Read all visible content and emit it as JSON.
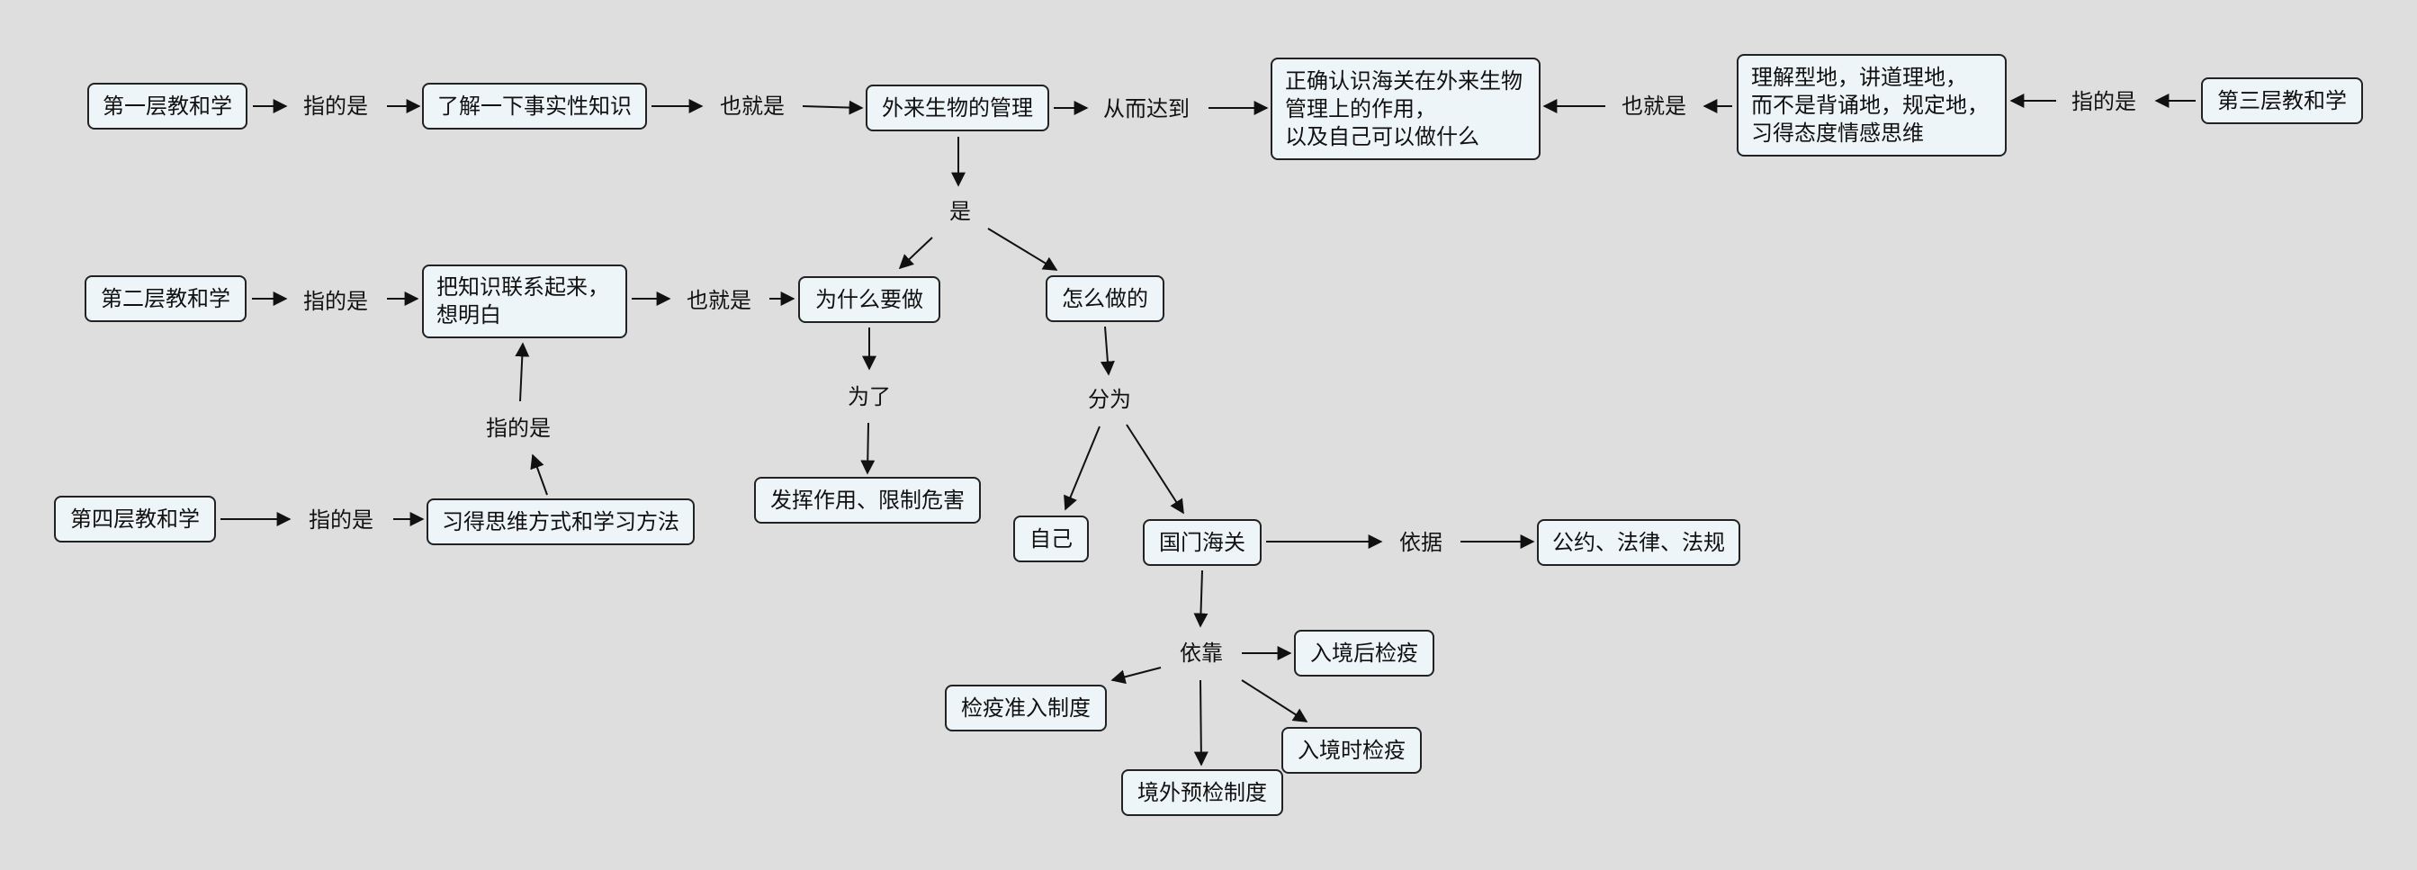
{
  "diagram": {
    "nodes": [
      {
        "id": "n1",
        "text": "第一层教和学"
      },
      {
        "id": "n2",
        "text": "了解一下事实性知识"
      },
      {
        "id": "n3",
        "text": "外来生物的管理"
      },
      {
        "id": "n4",
        "text": "正确认识海关在外来生物\n管理上的作用，\n以及自己可以做什么"
      },
      {
        "id": "n5",
        "text": "理解型地，讲道理地，\n而不是背诵地，规定地，\n习得态度情感思维"
      },
      {
        "id": "n6",
        "text": "第三层教和学"
      },
      {
        "id": "n7",
        "text": "第二层教和学"
      },
      {
        "id": "n8",
        "text": "把知识联系起来，\n想明白"
      },
      {
        "id": "n9",
        "text": "为什么要做"
      },
      {
        "id": "n10",
        "text": "怎么做的"
      },
      {
        "id": "n11",
        "text": "第四层教和学"
      },
      {
        "id": "n12",
        "text": "习得思维方式和学习方法"
      },
      {
        "id": "n13",
        "text": "发挥作用、限制危害"
      },
      {
        "id": "n14",
        "text": "自己"
      },
      {
        "id": "n15",
        "text": "国门海关"
      },
      {
        "id": "n16",
        "text": "公约、法律、法规"
      },
      {
        "id": "n17",
        "text": "入境后检疫"
      },
      {
        "id": "n18",
        "text": "检疫准入制度"
      },
      {
        "id": "n19",
        "text": "入境时检疫"
      },
      {
        "id": "n20",
        "text": "境外预检制度"
      }
    ],
    "labels": [
      {
        "id": "l1",
        "text": "指的是"
      },
      {
        "id": "l2",
        "text": "也就是"
      },
      {
        "id": "l3",
        "text": "从而达到"
      },
      {
        "id": "l4",
        "text": "也就是"
      },
      {
        "id": "l5",
        "text": "指的是"
      },
      {
        "id": "l6",
        "text": "是"
      },
      {
        "id": "l7",
        "text": "指的是"
      },
      {
        "id": "l8",
        "text": "也就是"
      },
      {
        "id": "l9",
        "text": "为了"
      },
      {
        "id": "l10",
        "text": "分为"
      },
      {
        "id": "l11",
        "text": "指的是"
      },
      {
        "id": "l12",
        "text": "指的是"
      },
      {
        "id": "l13",
        "text": "依据"
      },
      {
        "id": "l14",
        "text": "依靠"
      }
    ]
  }
}
